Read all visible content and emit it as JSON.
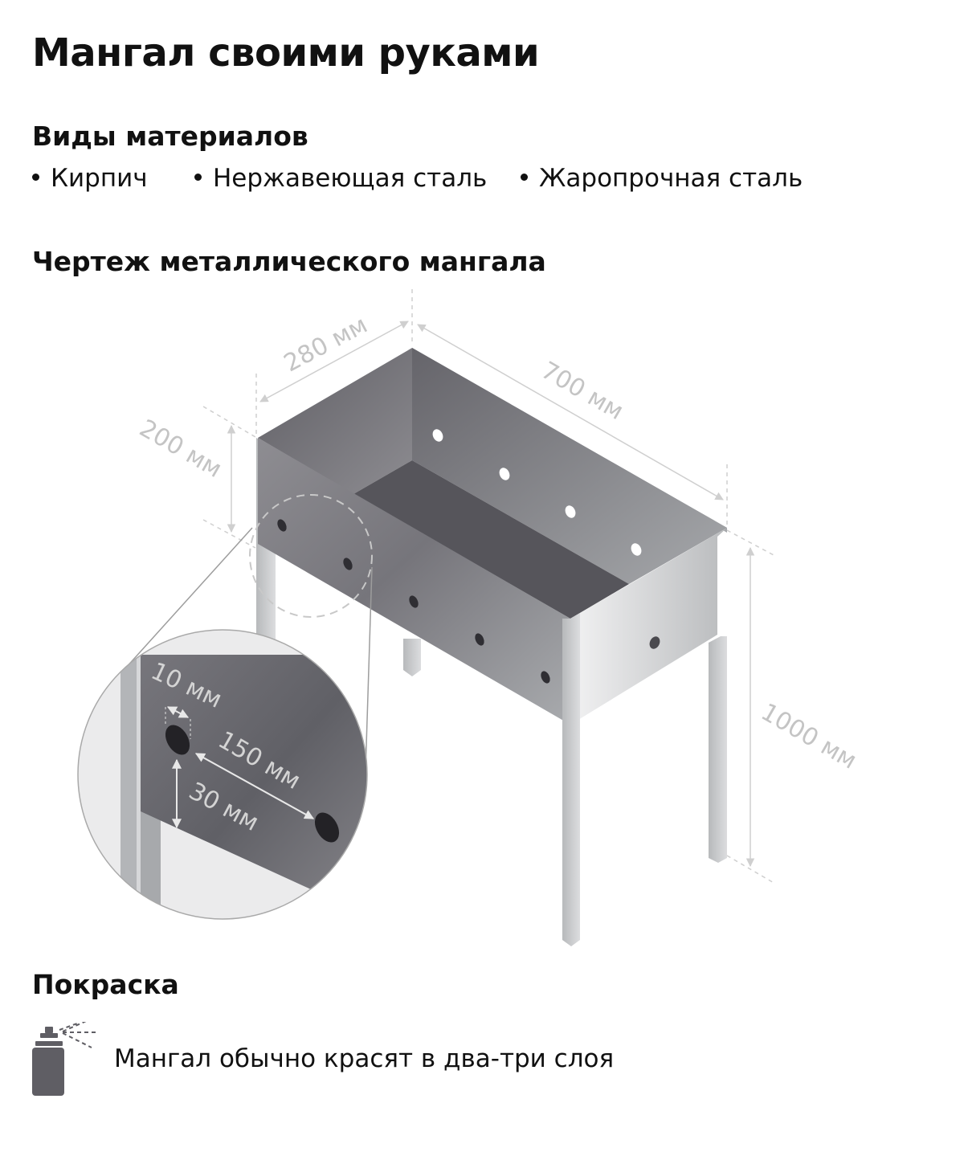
{
  "title": "Мангал своими руками",
  "materials": {
    "heading": "Виды материалов",
    "items": [
      "Кирпич",
      "Нержавеющая сталь",
      "Жаропрочная сталь"
    ]
  },
  "drawing": {
    "heading": "Чертеж металлического мангала",
    "dimensions": {
      "width": "280 мм",
      "length": "700 мм",
      "box_height": "200 мм",
      "total_height": "1000 мм"
    },
    "detail": {
      "hole_diameter": "10 мм",
      "hole_spacing": "150 мм",
      "hole_offset": "30 мм"
    }
  },
  "painting": {
    "heading": "Покраска",
    "note": "Мангал обычно красят в два-три слоя",
    "icon": "spray-can-icon"
  },
  "colors": {
    "text": "#111111",
    "dimension_lines": "#c8c8c8",
    "metal_dark": "#5c5b61",
    "metal_light": "#b9bcbf"
  }
}
